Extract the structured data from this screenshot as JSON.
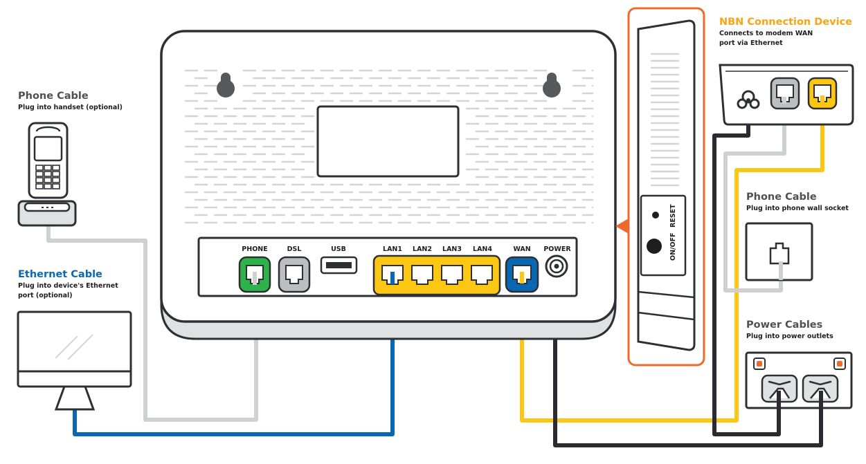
{
  "labels": {
    "phone_cable_left": {
      "title": "Phone Cable",
      "subtitle": "Plug into handset (optional)"
    },
    "ethernet_cable": {
      "title": "Ethernet Cable",
      "subtitle_1": "Plug into device's Ethernet",
      "subtitle_2": "port (optional)"
    },
    "nbn_device": {
      "title": "NBN Connection Device",
      "subtitle_1": "Connects to modem WAN",
      "subtitle_2": "port via Ethernet"
    },
    "phone_cable_right": {
      "title": "Phone Cable",
      "subtitle": "Plug into phone wall socket"
    },
    "power_cables": {
      "title": "Power Cables",
      "subtitle": "Plug into power outlets"
    }
  },
  "ports": {
    "phone": "PHONE",
    "dsl": "DSL",
    "usb": "USB",
    "lan1": "LAN1",
    "lan2": "LAN2",
    "lan3": "LAN3",
    "lan4": "LAN4",
    "wan": "WAN",
    "power": "POWER"
  },
  "side_buttons": {
    "reset": "RESET",
    "onoff": "ON/OFF"
  },
  "colors": {
    "orange": "#f5a516",
    "orange_frame": "#ee6a2c",
    "yellow": "#fcc712",
    "green": "#2db34a",
    "blue": "#0a67b2",
    "grey_port": "#bdbec2",
    "grey_cable": "#cfd0d2",
    "black_cable": "#2b2b31",
    "outline": "#2e2f33"
  }
}
